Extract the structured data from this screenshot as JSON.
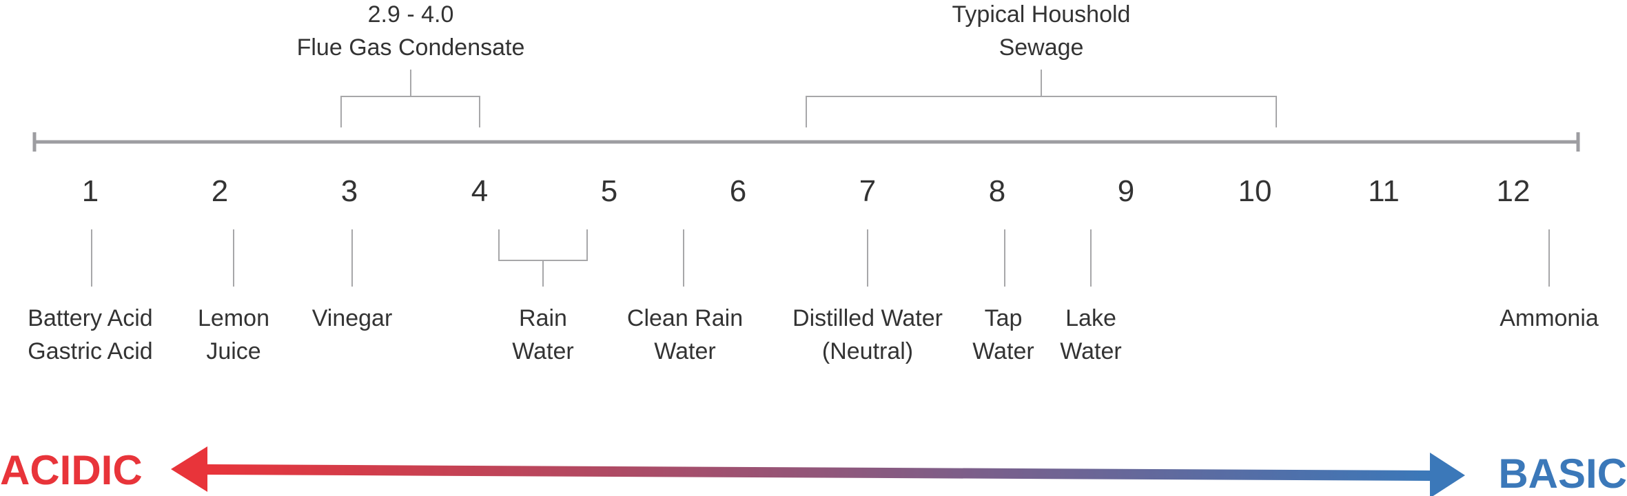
{
  "scale": {
    "ticks": [
      "1",
      "2",
      "3",
      "4",
      "5",
      "6",
      "7",
      "8",
      "9",
      "10",
      "11",
      "12"
    ]
  },
  "ranges": [
    {
      "line1": "2.9 - 4.0",
      "line2": "Flue Gas Condensate"
    },
    {
      "line1": "Typical Houshold",
      "line2": "Sewage"
    }
  ],
  "substances": [
    {
      "line1": "Battery Acid",
      "line2": "Gastric Acid"
    },
    {
      "line1": "Lemon",
      "line2": "Juice"
    },
    {
      "line1": "Vinegar",
      "line2": ""
    },
    {
      "line1": "Rain",
      "line2": "Water"
    },
    {
      "line1": "Clean Rain",
      "line2": "Water"
    },
    {
      "line1": "Distilled Water",
      "line2": "(Neutral)"
    },
    {
      "line1": "Tap",
      "line2": "Water"
    },
    {
      "line1": "Lake",
      "line2": "Water"
    },
    {
      "line1": "Ammonia",
      "line2": ""
    }
  ],
  "direction": {
    "left_label": "ACIDIC",
    "right_label": "BASIC",
    "acidic_color": "#e8343a",
    "basic_color": "#3b78b9"
  }
}
